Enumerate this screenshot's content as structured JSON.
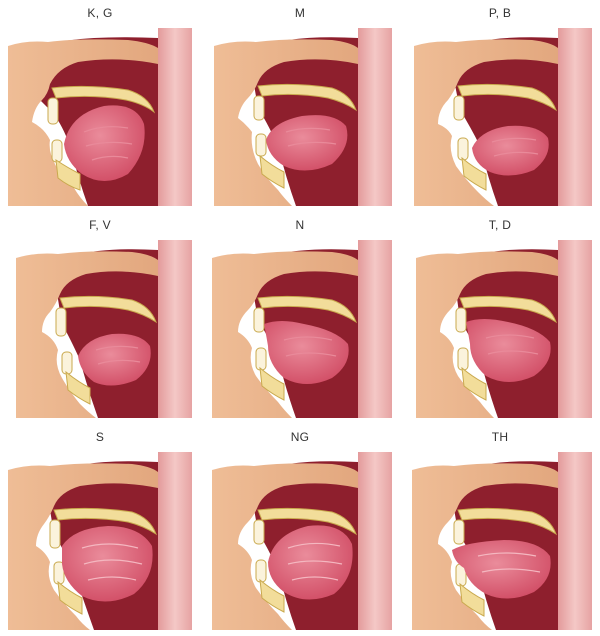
{
  "colors": {
    "skin": "#e9b48c",
    "skin_shadow": "#d89c72",
    "cavity": "#8e1f2d",
    "cavity_dark": "#6d1420",
    "throat": "#e8a6a6",
    "throat_light": "#f4c8c6",
    "tongue": "#d8536a",
    "tongue_light": "#e98a9a",
    "bone": "#f2dd9a",
    "bone_edge": "#c9a94e",
    "teeth": "#fbf3dc"
  },
  "sounds": [
    {
      "label": "K, G",
      "icon": "tongue-back-raised-icon"
    },
    {
      "label": "M",
      "icon": "lips-closed-icon"
    },
    {
      "label": "P, B",
      "icon": "lips-pressed-icon"
    },
    {
      "label": "F, V",
      "icon": "lip-teeth-contact-icon"
    },
    {
      "label": "N",
      "icon": "tongue-tip-ridge-icon"
    },
    {
      "label": "T, D",
      "icon": "tongue-tip-ridge-icon"
    },
    {
      "label": "S",
      "icon": "tongue-near-ridge-icon"
    },
    {
      "label": "NG",
      "icon": "tongue-back-velum-icon"
    },
    {
      "label": "TH",
      "icon": "tongue-between-teeth-icon"
    }
  ]
}
